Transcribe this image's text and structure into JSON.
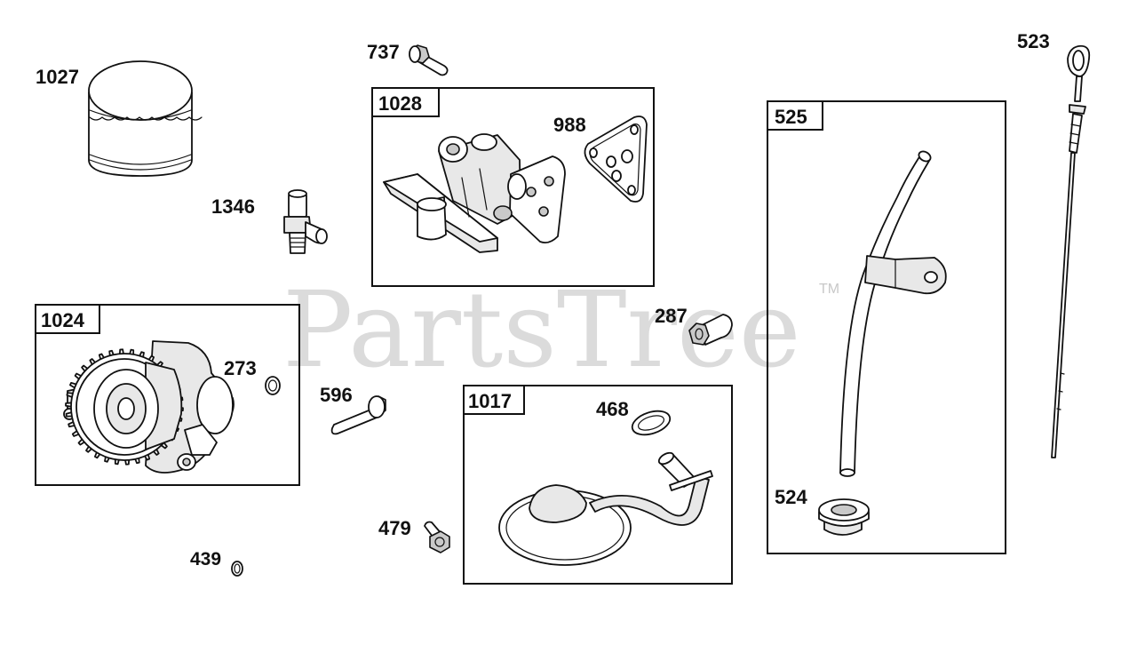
{
  "watermark": {
    "text": "PartsTree",
    "trademark": "TM"
  },
  "parts": [
    {
      "id": "1027",
      "label": "1027",
      "icon": "oil-filter-icon"
    },
    {
      "id": "737",
      "label": "737",
      "icon": "flange-bolt-icon"
    },
    {
      "id": "1028",
      "label": "1028",
      "icon": "oil-filter-adapter-icon",
      "boxed": true
    },
    {
      "id": "988",
      "label": "988",
      "icon": "gasket-icon"
    },
    {
      "id": "1346",
      "label": "1346",
      "icon": "fitting-icon"
    },
    {
      "id": "525",
      "label": "525",
      "icon": "dipstick-tube-icon",
      "boxed": true
    },
    {
      "id": "523",
      "label": "523",
      "icon": "dipstick-icon"
    },
    {
      "id": "1024",
      "label": "1024",
      "icon": "oil-pump-icon",
      "boxed": true
    },
    {
      "id": "273",
      "label": "273",
      "icon": "o-ring-icon"
    },
    {
      "id": "287",
      "label": "287",
      "icon": "nut-icon"
    },
    {
      "id": "596",
      "label": "596",
      "icon": "bolt-icon"
    },
    {
      "id": "1017",
      "label": "1017",
      "icon": "oil-pickup-icon",
      "boxed": true
    },
    {
      "id": "468",
      "label": "468",
      "icon": "seal-ring-icon"
    },
    {
      "id": "524",
      "label": "524",
      "icon": "grommet-icon"
    },
    {
      "id": "479",
      "label": "479",
      "icon": "screw-icon"
    },
    {
      "id": "439",
      "label": "439",
      "icon": "small-o-ring-icon"
    }
  ]
}
